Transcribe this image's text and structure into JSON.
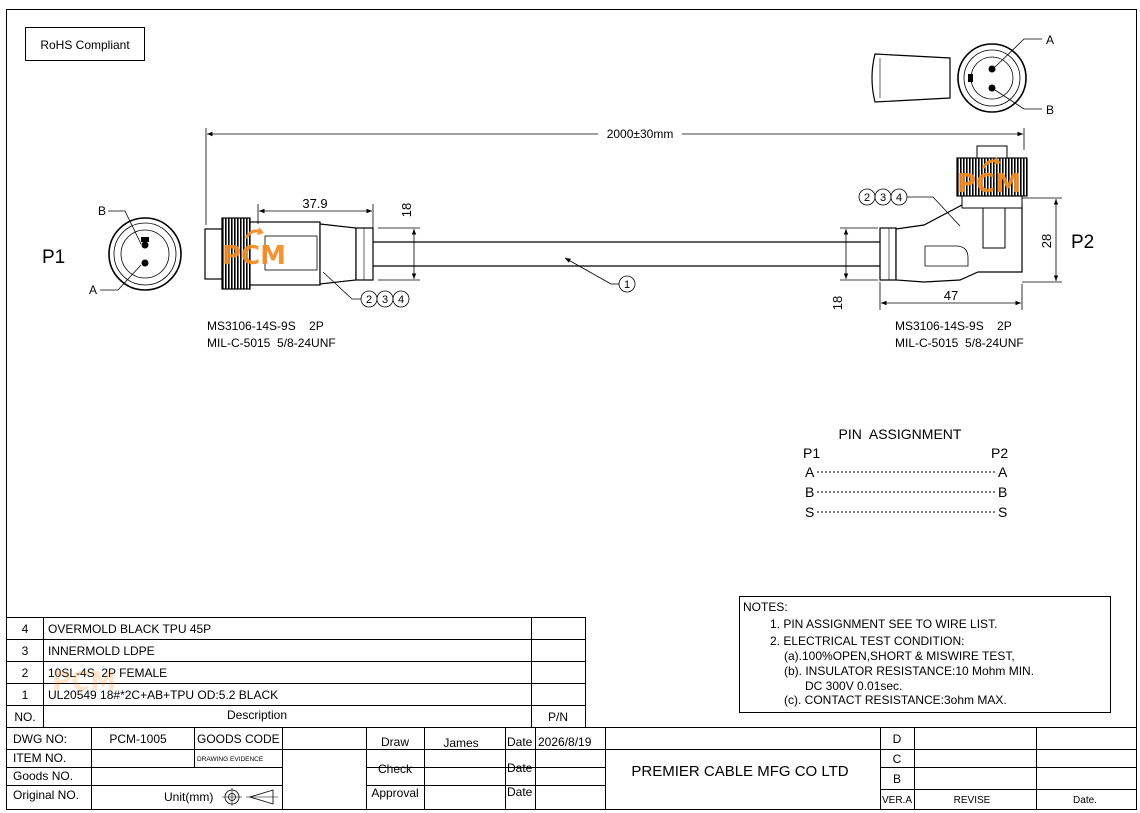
{
  "rohs": "RoHS Compliant",
  "overall_dim": "2000±30mm",
  "p1": {
    "label": "P1",
    "pin_b": "B",
    "pin_a": "A",
    "dim_len": "37.9",
    "dim_dia": "18",
    "spec_line1": "MS3106-14S-9S    2P",
    "spec_line2": "MIL-C-5015  5/8-24UNF",
    "balloons": [
      "2",
      "3",
      "4"
    ]
  },
  "p2": {
    "label": "P2",
    "pin_a": "A",
    "pin_b": "B",
    "dim_len": "47",
    "dim_h": "28",
    "dim_dia": "18",
    "spec_line1": "MS3106-14S-9S    2P",
    "spec_line2": "MIL-C-5015  5/8-24UNF",
    "balloons": [
      "2",
      "3",
      "4"
    ]
  },
  "cable_balloon": "1",
  "logo_text": "PCM",
  "pin_assignment": {
    "title": "PIN  ASSIGNMENT",
    "left_header": "P1",
    "right_header": "P2",
    "rows": [
      {
        "left": "A",
        "right": "A"
      },
      {
        "left": "B",
        "right": "B"
      },
      {
        "left": "S",
        "right": "S"
      }
    ]
  },
  "notes": {
    "title": "NOTES:",
    "lines": [
      "1. PIN ASSIGNMENT SEE TO WIRE LIST.",
      "2. ELECTRICAL TEST CONDITION:",
      "(a).100%OPEN,SHORT & MISWIRE TEST,",
      "(b). INSULATOR RESISTANCE:10 Mohm MIN.",
      "DC 300V 0.01sec.",
      "(c). CONTACT RESISTANCE:3ohm MAX."
    ]
  },
  "bom": {
    "rows": [
      {
        "no": "4",
        "desc": "OVERMOLD BLACK TPU 45P",
        "pn": ""
      },
      {
        "no": "3",
        "desc": "INNERMOLD LDPE",
        "pn": ""
      },
      {
        "no": "2",
        "desc": "10SL-4S  2P FEMALE",
        "pn": ""
      },
      {
        "no": "1",
        "desc": "UL20549 18#*2C+AB+TPU OD:5.2 BLACK",
        "pn": ""
      }
    ],
    "header_no": "NO.",
    "header_desc": "Description",
    "header_pn": "P/N"
  },
  "title_block": {
    "dwg_no_label": "DWG NO:",
    "dwg_no": "PCM-1005",
    "goods_code_label": "GOODS CODE",
    "item_no_label": "ITEM NO.",
    "drawing_evidence": "DRAWING EVIDENCE",
    "goods_no_label": "Goods NO.",
    "original_no_label": "Original NO.",
    "unit_label": "Unit(mm)",
    "draw_label": "Draw",
    "draw_name": "James",
    "check_label": "Check",
    "approval_label": "Approval",
    "date_label": "Date",
    "draw_date": "2026/8/19",
    "company": "PREMIER CABLE MFG CO LTD",
    "rev_d": "D",
    "rev_c": "C",
    "rev_b": "B",
    "ver_label": "VER.A",
    "revise_label": "REVISE",
    "rev_date_label": "Date."
  }
}
